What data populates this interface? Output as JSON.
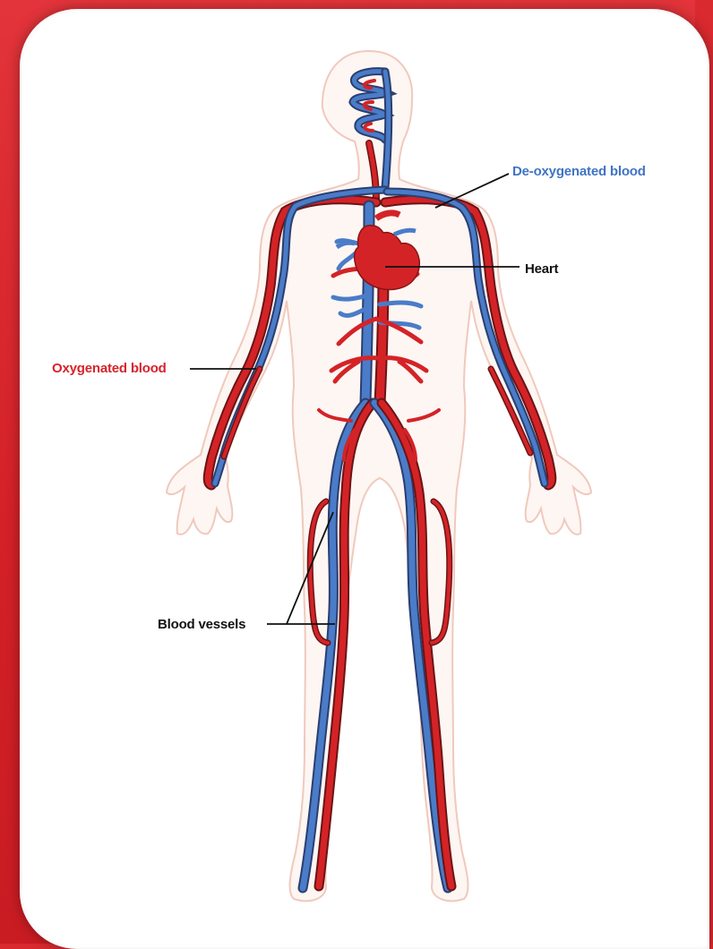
{
  "labels": {
    "oxygenated": "Oxygenated blood",
    "deoxygenated": "De-oxygenated blood",
    "heart": "Heart",
    "blood_vessels": "Blood vessels"
  },
  "colors": {
    "background": "#d92a2f",
    "oxygenated": "#d42327",
    "deoxygenated": "#4a7cc8",
    "body_outline": "#f0c9bd",
    "body_fill": "#fdf6f3"
  }
}
